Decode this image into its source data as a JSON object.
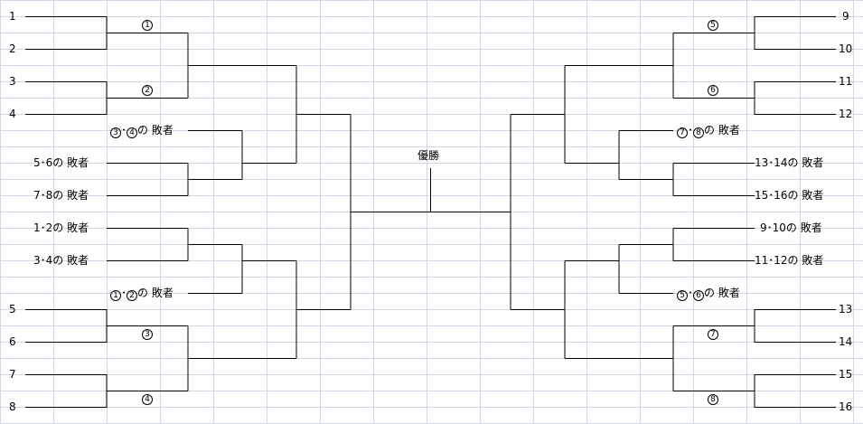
{
  "bracket": {
    "winner_label": "優勝",
    "left_entries": {
      "e1": "1",
      "e2": "2",
      "e3": "3",
      "e4": "4",
      "e5": "5",
      "e6": "6",
      "e7": "7",
      "e8": "8"
    },
    "right_entries": {
      "e9": "9",
      "e10": "10",
      "e11": "11",
      "e12": "12",
      "e13": "13",
      "e14": "14",
      "e15": "15",
      "e16": "16"
    },
    "match_numbers": {
      "m1": "1",
      "m2": "2",
      "m3": "3",
      "m4": "4",
      "m5": "5",
      "m6": "6",
      "m7": "7",
      "m8": "8"
    },
    "loser_labels_left": {
      "l34_suffix": "の 敗者",
      "l56": "5･6の 敗者",
      "l78": "7･8の 敗者",
      "l12": "1･2の 敗者",
      "l34": "3･4の 敗者",
      "lc12_suffix": "の 敗者"
    },
    "loser_labels_right": {
      "r78_suffix": "の 敗者",
      "r1314": "13･14の 敗者",
      "r1516": "15･16の 敗者",
      "r910": "9･10の 敗者",
      "r1112": "11･12の 敗者",
      "r56_suffix": "の 敗者"
    },
    "separator": "･"
  }
}
